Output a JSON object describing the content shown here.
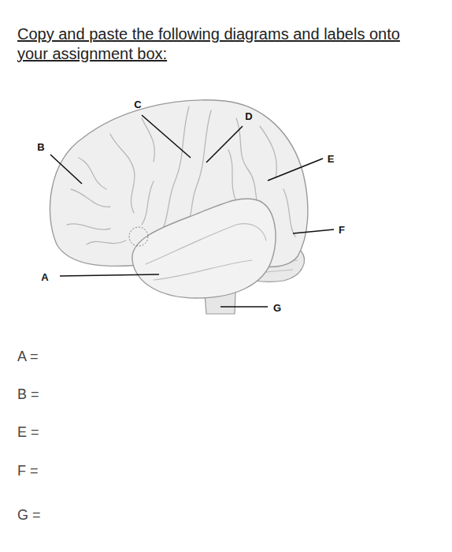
{
  "diagram": {
    "title": "Copy and paste the following diagrams and labels onto your assignment box:",
    "labels": [
      "C",
      "D",
      "B",
      "E",
      "F",
      "A",
      "G",
      "A =",
      "B =",
      "E =",
      "F =",
      "G ="
    ]
  }
}
